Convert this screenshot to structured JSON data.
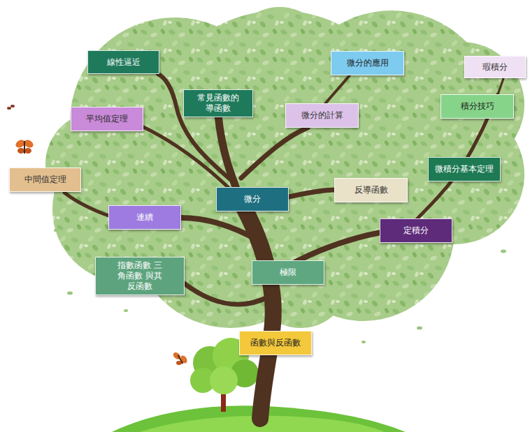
{
  "diagram": {
    "nodes": [
      {
        "text": [
          "線性逼近"
        ]
      },
      {
        "text": [
          "微分的應用"
        ]
      },
      {
        "text": [
          "瑕積分"
        ]
      },
      {
        "text": [
          "常見函數的 導函數"
        ]
      },
      {
        "text": [
          "積分技巧"
        ]
      },
      {
        "text": [
          "微分的計算"
        ]
      },
      {
        "text": [
          "平均值定理"
        ]
      },
      {
        "text": [
          "微積分基本定理"
        ]
      },
      {
        "text": [
          "中間值定理"
        ]
      },
      {
        "text": [
          "反導函數"
        ]
      },
      {
        "text": [
          "微分"
        ]
      },
      {
        "text": [
          "連續"
        ]
      },
      {
        "text": [
          "定積分"
        ]
      },
      {
        "text": [
          "指數函數 三角函數 與其反函數"
        ]
      },
      {
        "text": [
          "極限"
        ]
      },
      {
        "text": [
          "函數與反函數"
        ]
      }
    ]
  }
}
